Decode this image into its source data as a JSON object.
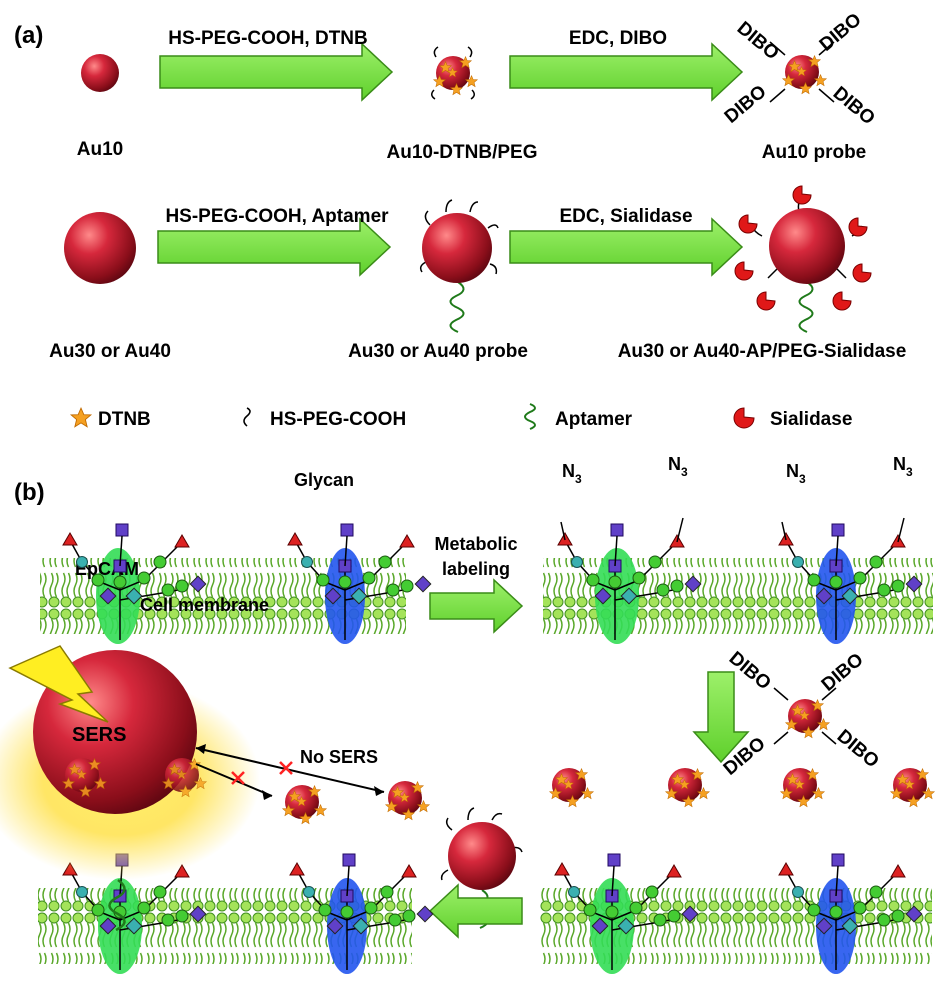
{
  "panel_a": {
    "label": "(a)",
    "row1": {
      "start_label": "Au10",
      "arrow1_label": "HS-PEG-COOH, DTNB",
      "mid_label": "Au10-DTNB/PEG",
      "arrow2_label": "EDC, DIBO",
      "end_label": "Au10 probe",
      "dibo_tags": [
        "DIBO",
        "DIBO",
        "DIBO",
        "DIBO"
      ]
    },
    "row2": {
      "start_label": "Au30 or Au40",
      "arrow1_label": "HS-PEG-COOH, Aptamer",
      "mid_label": "Au30 or Au40 probe",
      "arrow2_label": "EDC, Sialidase",
      "end_label": "Au30 or Au40-AP/PEG-Sialidase"
    },
    "legend": [
      {
        "icon": "star-icon",
        "label": "DTNB"
      },
      {
        "icon": "peg-linker-icon",
        "label": "HS-PEG-COOH"
      },
      {
        "icon": "aptamer-icon",
        "label": "Aptamer"
      },
      {
        "icon": "sialidase-icon",
        "label": "Sialidase"
      }
    ]
  },
  "panel_b": {
    "label": "(b)",
    "glycan_label": "Glycan",
    "epcam_label": "EpCAM",
    "membrane_label": "Cell membrane",
    "metabolic_label_line1": "Metabolic",
    "metabolic_label_line2": "labeling",
    "azide_label": "N",
    "azide_subscript": "3",
    "dibo_tags": [
      "DIBO",
      "DIBO",
      "DIBO",
      "DIBO"
    ],
    "sers_label": "SERS",
    "no_sers_label": "No SERS"
  },
  "colors": {
    "arrow_fill": "#7fe24a",
    "arrow_stroke": "#3a8c18",
    "gold_np": "#c0182c",
    "star": "#f5a021",
    "membrane": "#9fe04f",
    "epcam": "#33dd55",
    "receptor": "#2255ee",
    "glycan_square": "#6040c8",
    "glycan_diamond_teal": "#3ab0b0",
    "glycan_circle": "#44cc33",
    "glycan_triangle": "#dd2222",
    "sialidase": "#e01818",
    "lightning": "#ffee22"
  }
}
